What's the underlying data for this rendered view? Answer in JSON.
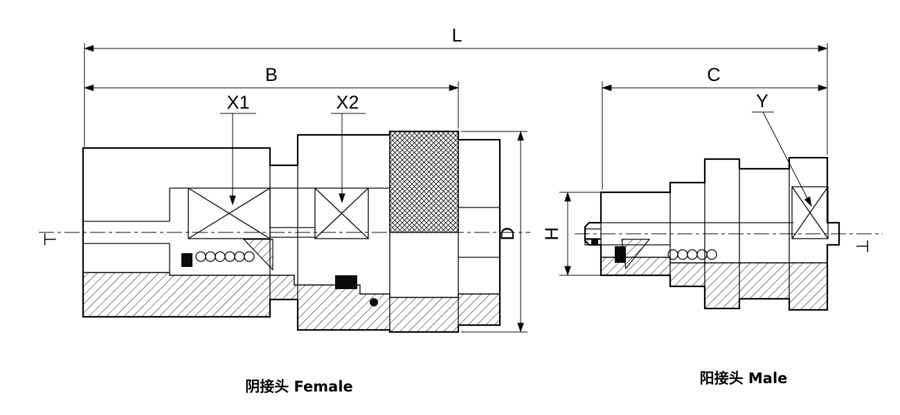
{
  "dimensions": {
    "L": "L",
    "B": "B",
    "C": "C",
    "D": "D",
    "H": "H"
  },
  "leaders": {
    "x1": "X1",
    "x2": "X2",
    "y": "Y"
  },
  "captions": {
    "female": "阴接头 Female",
    "male": "阳接头 Male"
  },
  "symbols": {
    "datum": "⊥"
  },
  "colors": {
    "line": "#000000",
    "background": "#ffffff"
  }
}
